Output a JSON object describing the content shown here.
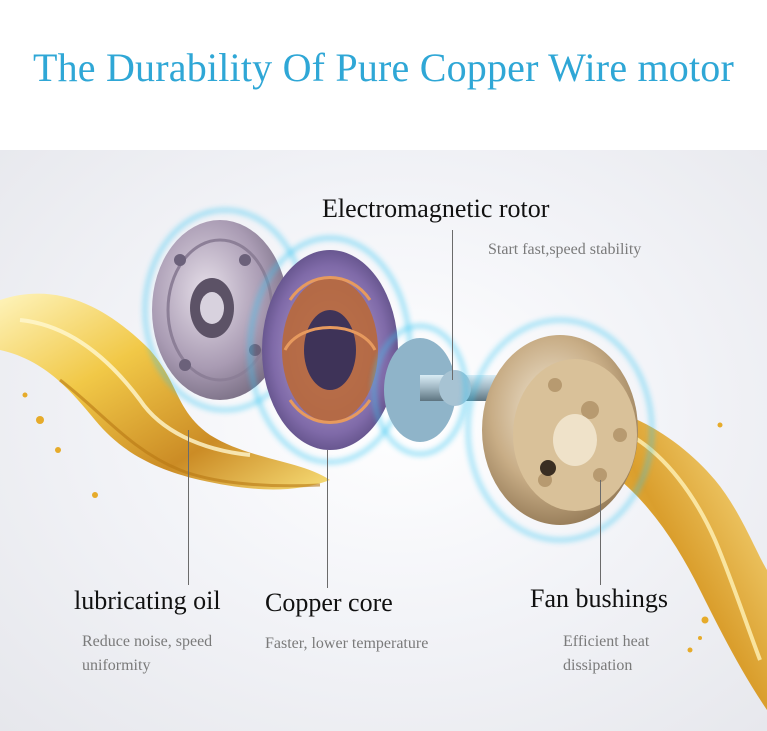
{
  "header": {
    "title": "The Durability Of Pure Copper Wire motor"
  },
  "callouts": {
    "rotor": {
      "label": "Electromagnetic rotor",
      "desc": "Start fast,speed stability"
    },
    "oil": {
      "label": "lubricating oil",
      "desc_line1": "Reduce noise, speed",
      "desc_line2": "uniformity"
    },
    "core": {
      "label": "Copper core",
      "desc": "Faster, lower temperature"
    },
    "bushings": {
      "label": "Fan bushings",
      "desc_line1": "Efficient heat",
      "desc_line2": "dissipation"
    }
  },
  "colors": {
    "title": "#2fa7d6",
    "glow": "#38c6f2",
    "oil": "#e8b52a",
    "copper": "#b8683a",
    "metal": "#c9b08a"
  }
}
